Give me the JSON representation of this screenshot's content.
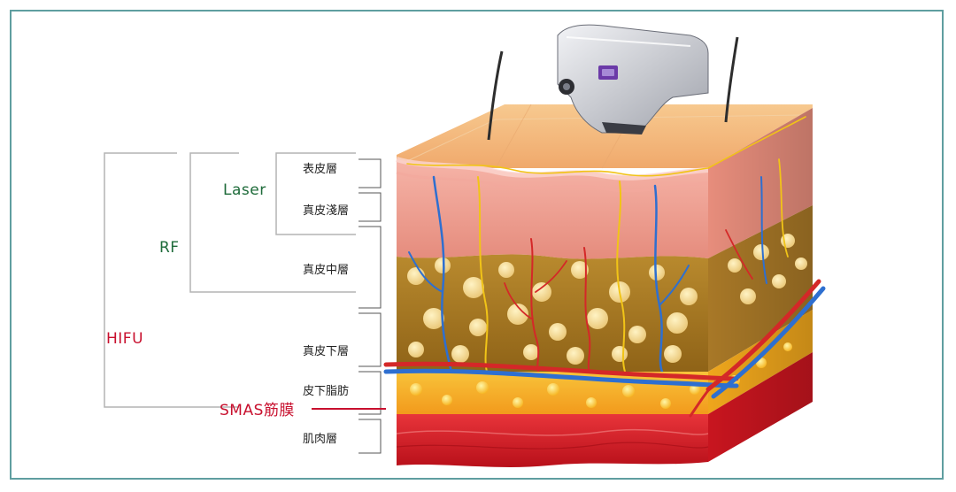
{
  "layers": [
    {
      "key": "epidermis",
      "label": "表皮層"
    },
    {
      "key": "superficial_dermis",
      "label": "真皮淺層"
    },
    {
      "key": "middle_dermis",
      "label": "真皮中層"
    },
    {
      "key": "deep_dermis",
      "label": "真皮下層"
    },
    {
      "key": "subcutaneous_fat",
      "label": "皮下脂肪"
    },
    {
      "key": "muscle",
      "label": "肌肉層"
    }
  ],
  "technologies": {
    "laser": "Laser",
    "rf": "RF",
    "hifu": "HIFU"
  },
  "smas_label": "SMAS筋膜",
  "colors": {
    "laser": "#1e6b3a",
    "rf": "#1e6b3a",
    "hifu": "#c8102e",
    "smas": "#c8102e",
    "bracket_gray": "#b4b4b4",
    "frame": "#5f9ea0"
  }
}
